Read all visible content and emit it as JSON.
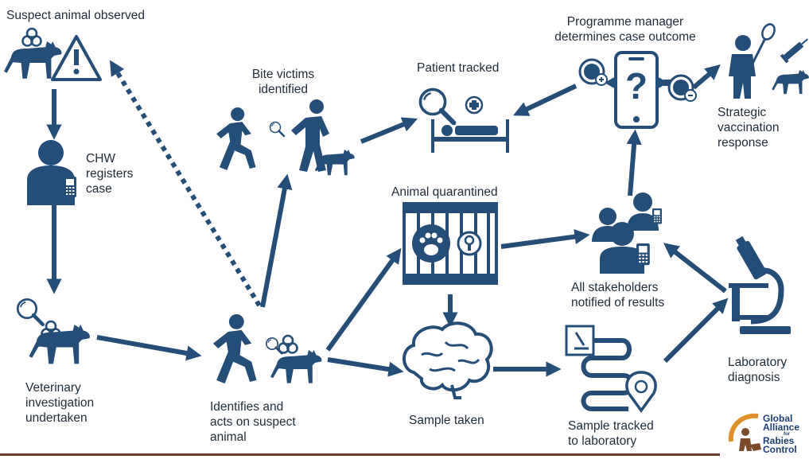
{
  "steps": {
    "suspect_animal_observed": "Suspect animal observed",
    "chw_registers_case": [
      "CHW",
      "registers",
      "case"
    ],
    "veterinary_investigation": [
      "Veterinary",
      "investigation",
      "undertaken"
    ],
    "identifies_and_acts": [
      "Identifies and",
      "acts on suspect",
      "animal"
    ],
    "bite_victims_identified": [
      "Bite victims",
      "identified"
    ],
    "patient_tracked": "Patient tracked",
    "animal_quarantined": "Animal quarantined",
    "sample_taken": "Sample taken",
    "sample_tracked": [
      "Sample tracked",
      "to laboratory"
    ],
    "stakeholders_notified": [
      "All stakeholders",
      "notified of results"
    ],
    "laboratory_diagnosis": [
      "Laboratory",
      "diagnosis"
    ],
    "programme_manager": [
      "Programme manager",
      "determines case outcome"
    ],
    "strategic_vaccination": [
      "Strategic",
      "vaccination",
      "response"
    ]
  },
  "logo": {
    "line1": "Global",
    "line2": "Alliance",
    "line3": "for",
    "line4": "Rabies",
    "line5": "Control"
  },
  "colors": {
    "primary": "#244e78",
    "text": "#1e2b38",
    "rule": "#6b3a2a",
    "logo_orange": "#e0902a"
  },
  "icons": [
    "dog-icon",
    "biohazard-icon",
    "warning-icon",
    "person-icon",
    "phone-icon",
    "magnifier-icon",
    "running-person-icon",
    "bed-icon",
    "medical-cross-icon",
    "cage-icon",
    "paw-icon",
    "brain-icon",
    "stakeholders-icon",
    "microscope-icon",
    "smartphone-icon",
    "question-icon",
    "net-icon",
    "syringe-icon",
    "location-pin-icon",
    "clipboard-icon"
  ]
}
